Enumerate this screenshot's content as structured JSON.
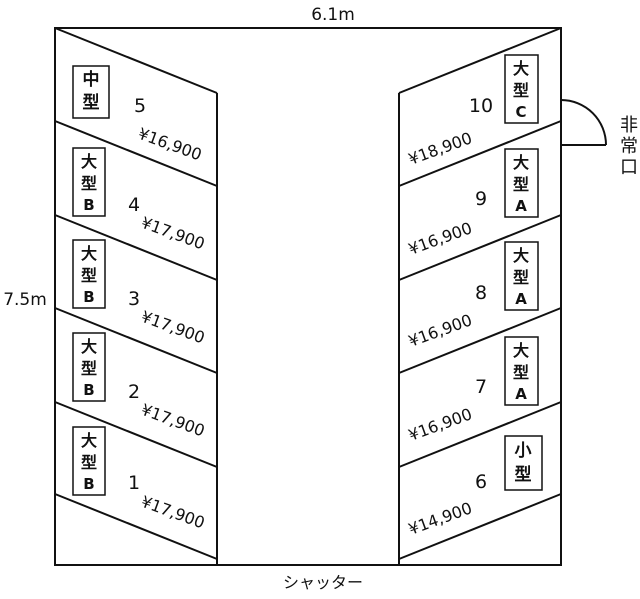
{
  "dimensions": {
    "width": "6.1m",
    "height": "7.5m"
  },
  "labels": {
    "door": "シャッター",
    "exit_chars": [
      "非",
      "常",
      "口"
    ]
  },
  "left_units": [
    {
      "number": "5",
      "size_chars": [
        "中",
        "型"
      ],
      "price": "¥16,900"
    },
    {
      "number": "4",
      "size_chars": [
        "大",
        "型",
        "B"
      ],
      "price": "¥17,900"
    },
    {
      "number": "3",
      "size_chars": [
        "大",
        "型",
        "B"
      ],
      "price": "¥17,900"
    },
    {
      "number": "2",
      "size_chars": [
        "大",
        "型",
        "B"
      ],
      "price": "¥17,900"
    },
    {
      "number": "1",
      "size_chars": [
        "大",
        "型",
        "B"
      ],
      "price": "¥17,900"
    }
  ],
  "right_units": [
    {
      "number": "10",
      "size_chars": [
        "大",
        "型",
        "C"
      ],
      "price": "¥18,900"
    },
    {
      "number": "9",
      "size_chars": [
        "大",
        "型",
        "A"
      ],
      "price": "¥16,900"
    },
    {
      "number": "8",
      "size_chars": [
        "大",
        "型",
        "A"
      ],
      "price": "¥16,900"
    },
    {
      "number": "7",
      "size_chars": [
        "大",
        "型",
        "A"
      ],
      "price": "¥16,900"
    },
    {
      "number": "6",
      "size_chars": [
        "小",
        "型"
      ],
      "price": "¥14,900"
    }
  ]
}
